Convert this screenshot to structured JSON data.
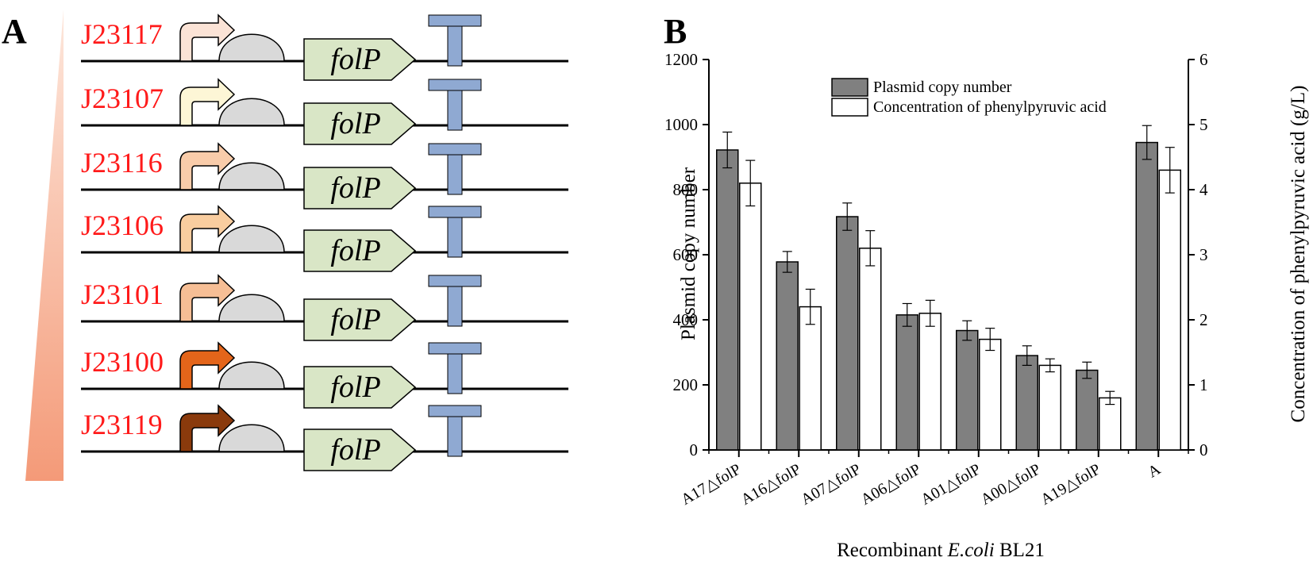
{
  "panel_a": {
    "letter": "A",
    "gene": "folP",
    "constructs": [
      {
        "promoter": "J23117",
        "arrow_color": "#fbe3d6"
      },
      {
        "promoter": "J23107",
        "arrow_color": "#fdf6d6"
      },
      {
        "promoter": "J23116",
        "arrow_color": "#f9ccaa"
      },
      {
        "promoter": "J23106",
        "arrow_color": "#f9cd9f"
      },
      {
        "promoter": "J23101",
        "arrow_color": "#f6be95"
      },
      {
        "promoter": "J23100",
        "arrow_color": "#e4651a"
      },
      {
        "promoter": "J23119",
        "arrow_color": "#8a3a0c"
      }
    ],
    "colors": {
      "label": "#ff1a1a",
      "rbs": "#d9d9d9",
      "gene": "#d9e6c6",
      "terminator": "#8fa9d2",
      "gradient_light": "#fde7dc",
      "gradient_dark": "#f49a78"
    }
  },
  "chart_data": {
    "panel_letter": "B",
    "type": "bar",
    "categories": [
      "A17△folP",
      "A16△folP",
      "A07△folP",
      "A06△folP",
      "A01△folP",
      "A00△folP",
      "A19△folP",
      "A"
    ],
    "series": [
      {
        "name": "Plasmid copy number",
        "axis": "left",
        "color": "#808080",
        "values": [
          922,
          578,
          717,
          415,
          367,
          290,
          245,
          945
        ],
        "errors": [
          55,
          32,
          42,
          35,
          30,
          30,
          25,
          52
        ]
      },
      {
        "name": "Concentration of phenylpyruvic acid",
        "axis": "right",
        "color": "#ffffff",
        "values": [
          4.1,
          2.2,
          3.1,
          2.1,
          1.7,
          1.3,
          0.8,
          4.3
        ],
        "errors": [
          0.35,
          0.27,
          0.27,
          0.2,
          0.17,
          0.1,
          0.1,
          0.35
        ]
      }
    ],
    "xlabel_prefix": "Recombinant ",
    "xlabel_italic": "E.coli",
    "xlabel_suffix": " BL21",
    "ylabel_left": "Plasmid copy number",
    "ylabel_right": "Concentration of phenylpyruvic acid (g/L)",
    "ylim_left": [
      0,
      1200
    ],
    "ylim_right": [
      0,
      6
    ],
    "yticks_left": [
      0,
      200,
      400,
      600,
      800,
      1000,
      1200
    ],
    "yticks_right": [
      0,
      1,
      2,
      3,
      4,
      5,
      6
    ],
    "grid": false,
    "legend_position": "top-center"
  }
}
